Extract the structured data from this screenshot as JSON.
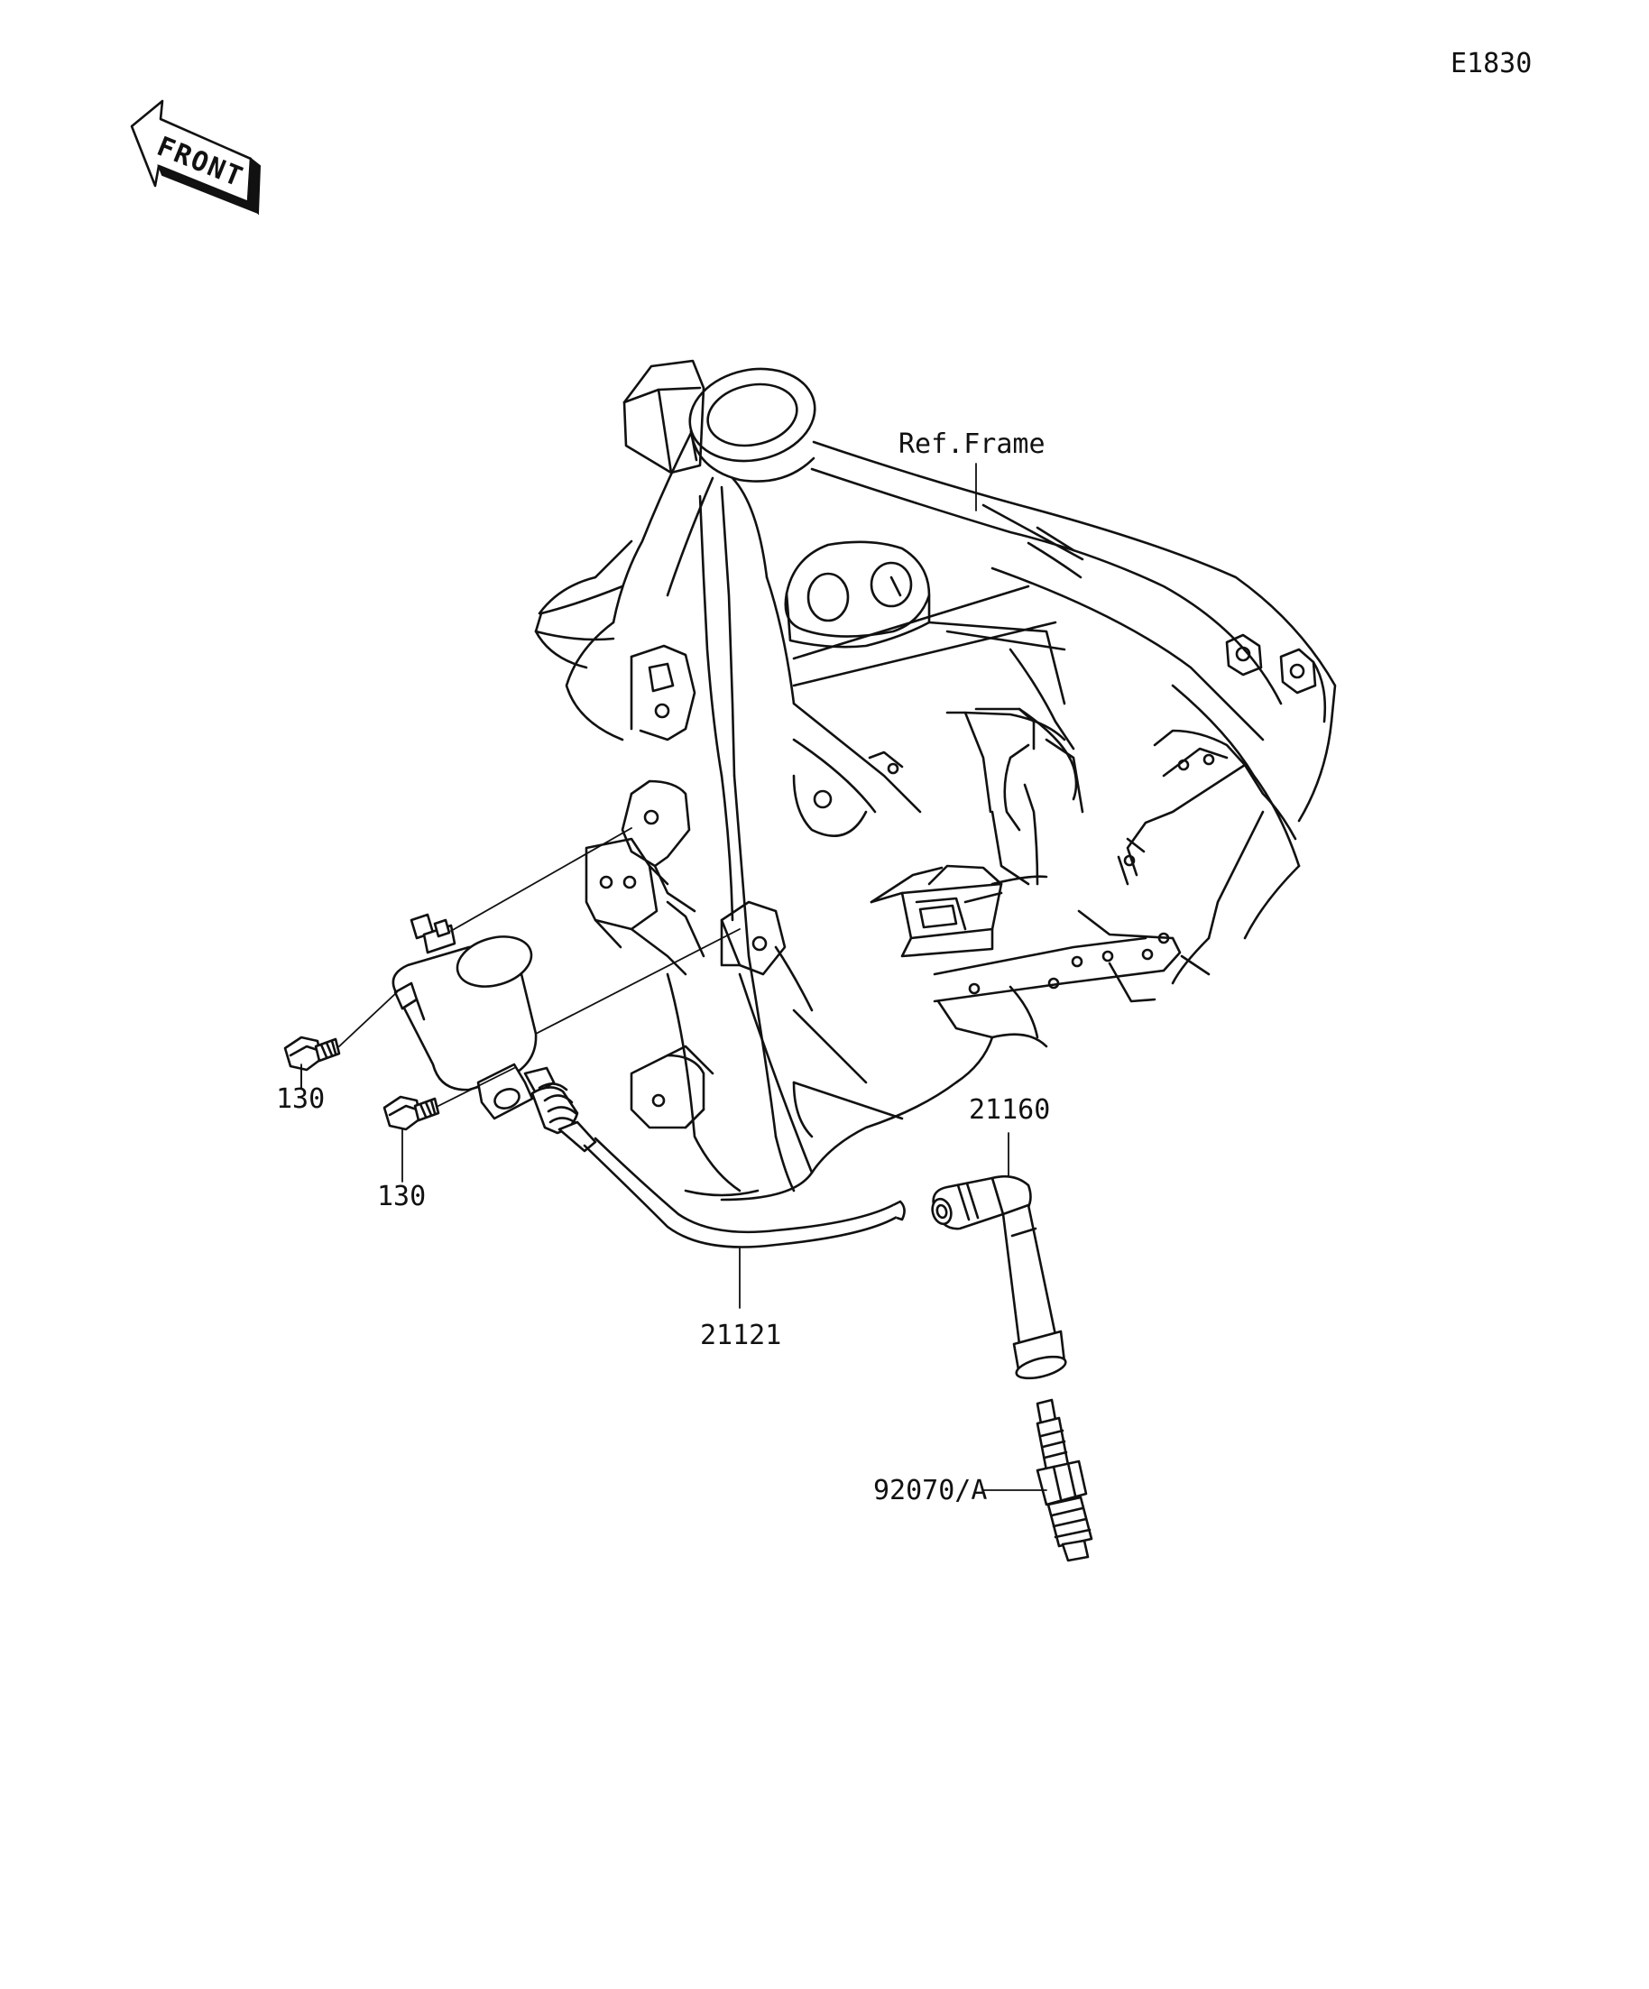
{
  "diagram_code": "E1830",
  "front_label": "FRONT",
  "labels": {
    "ref_frame": "Ref.Frame",
    "bolt_upper": "130",
    "bolt_lower": "130",
    "spark_plug_cap": "21160",
    "ignition_coil": "21121",
    "spark_plug": "92070/A"
  }
}
